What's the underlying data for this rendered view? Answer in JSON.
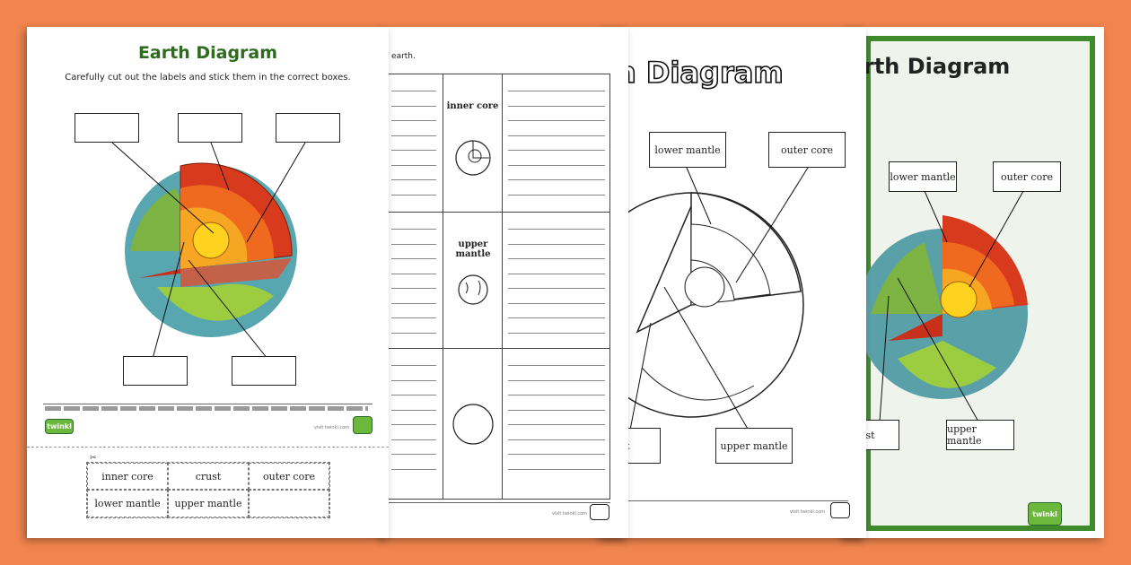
{
  "sheet1": {
    "title": "Earth Diagram",
    "instructions": "Carefully cut out the labels and stick them in the correct boxes.",
    "footer_url": "visit twinkl.com",
    "logo": "twinkl",
    "cutout_labels": [
      "inner core",
      "crust",
      "outer core",
      "lower mantle",
      "upper mantle",
      ""
    ]
  },
  "sheet2": {
    "header_fragment": "f earth.",
    "rows": [
      {
        "label": "inner core"
      },
      {
        "label": "upper mantle"
      },
      {
        "label": ""
      }
    ],
    "footer_url": "visit twinkl.com"
  },
  "sheet3": {
    "title_fragment": "h Diagram",
    "labels": {
      "lower_mantle": "lower mantle",
      "outer_core": "outer core",
      "upper_mantle": "upper mantle",
      "crust_fragment": "ust"
    },
    "footer_url": "visit twinkl.com"
  },
  "sheet4": {
    "title_fragment": "rth Diagram",
    "labels": {
      "lower_mantle": "lower mantle",
      "outer_core": "outer core",
      "upper_mantle": "upper mantle",
      "crust_fragment": "ust"
    },
    "logo": "twinkl"
  },
  "colors": {
    "background": "#f0854d",
    "title_green": "#2f6b1f",
    "border_green": "#3f8a2a",
    "logo_green": "#6bb83c"
  }
}
